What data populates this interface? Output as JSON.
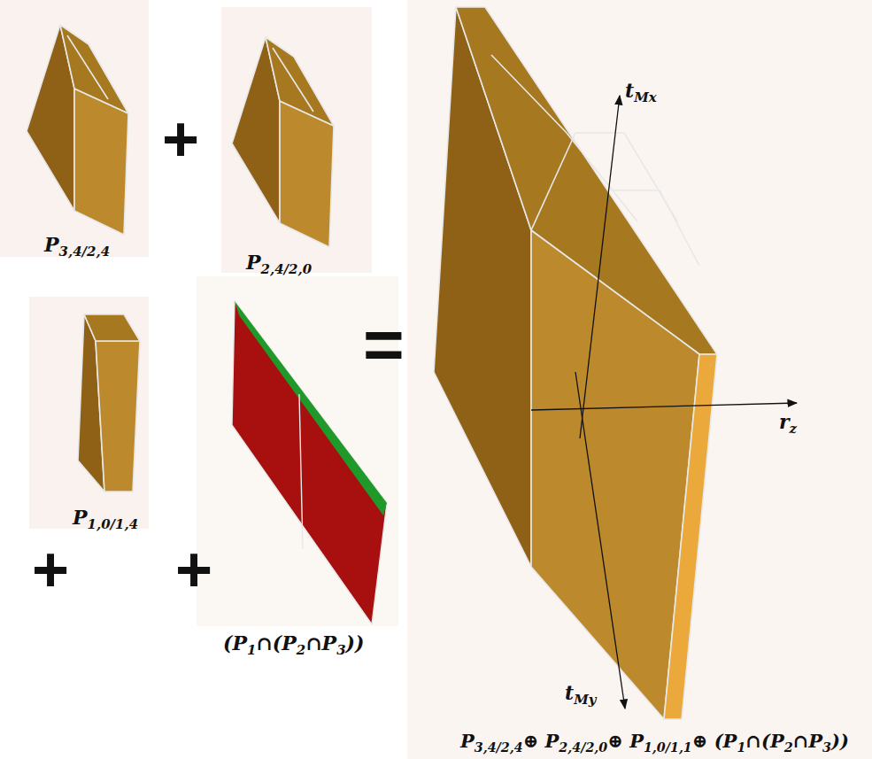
{
  "diagram": {
    "labels": [
      "P",
      "3,4/2,4",
      "+",
      "P",
      "2,4/2,0",
      "t",
      "Mx",
      "=",
      "r",
      "z",
      "+",
      "+",
      "P",
      "1,0/1,4",
      "(P",
      "1",
      "∩(P",
      "2",
      "∩P",
      "3",
      "))",
      "t",
      "My",
      "P",
      "3,4/2,4",
      "⊕ P",
      "2,4/2,0",
      "⊕ P",
      "1,0/1,1",
      "⊕ (P",
      "1",
      "∩(P",
      "2",
      "∩P",
      "3",
      "))"
    ]
  }
}
